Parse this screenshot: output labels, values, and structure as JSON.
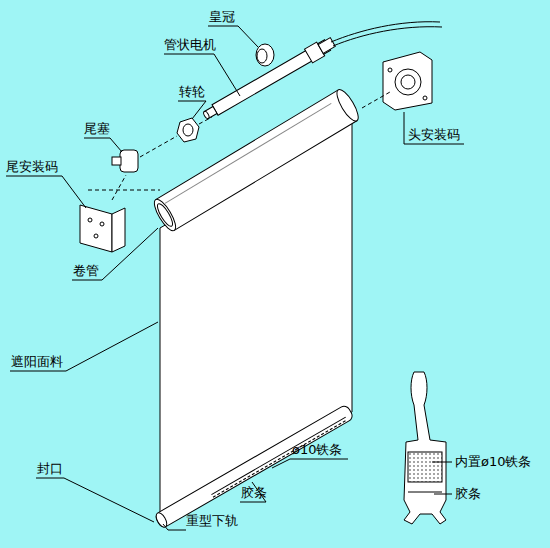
{
  "diagram": {
    "labels": [
      "皇冠",
      "管状电机",
      "转轮",
      "尾塞",
      "尾安装码",
      "头安装码",
      "卷管",
      "遮阳面料",
      "封口",
      "ø10铁条",
      "胶条",
      "重型下轨",
      "内置ø10铁条",
      "胶条"
    ]
  }
}
